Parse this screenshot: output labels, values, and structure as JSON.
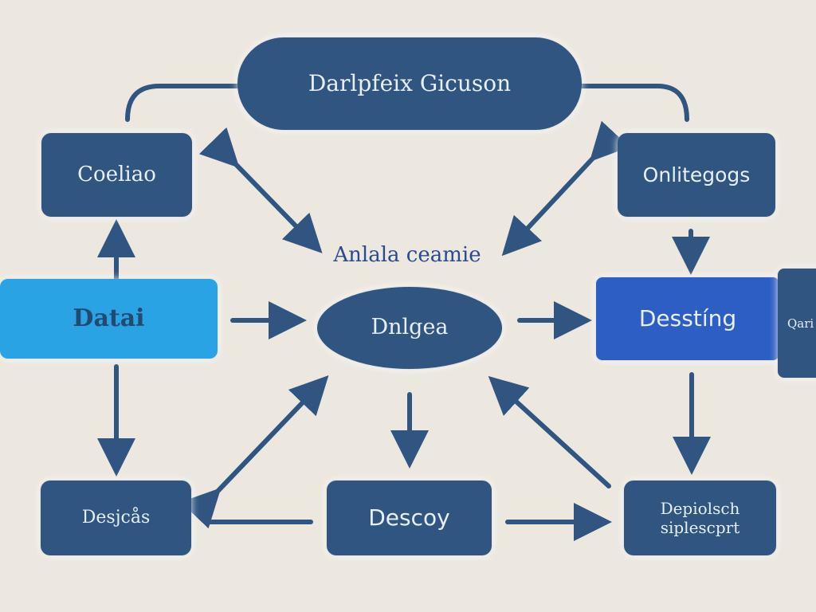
{
  "diagram": {
    "nodes": {
      "title": "Darlpfeix Gicuson",
      "top_left": "Coeliao",
      "top_right": "Onlitegogs",
      "data": "Datai",
      "center": "Dnlgea",
      "right": "Desstíng",
      "right_cut": "Qari",
      "bottom_left": "Desjcås",
      "bottom_mid": "Descoy",
      "bottom_right_line1": "Depiolsch",
      "bottom_right_line2": "siplescprt"
    },
    "center_label": "Anlala ceamie"
  },
  "colors": {
    "background": "#ece8e0",
    "node_dark": "#2f5580",
    "node_data": "#2aa3e4",
    "node_right": "#2d5ec4",
    "arrow": "#2f5580"
  }
}
